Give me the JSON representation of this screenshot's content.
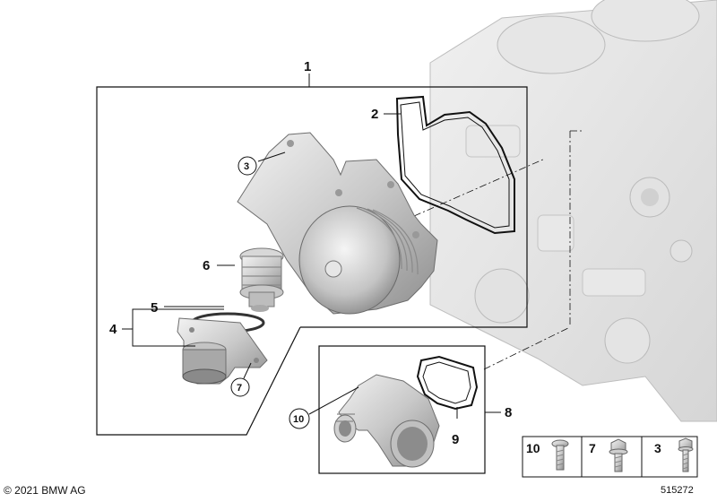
{
  "callouts": {
    "c1": "1",
    "c2": "2",
    "c3": "3",
    "c4": "4",
    "c5": "5",
    "c6": "6",
    "c7": "7",
    "c8": "8",
    "c9": "9",
    "c10": "10"
  },
  "legend": {
    "items": [
      {
        "number": "10",
        "icon": "screw-icon"
      },
      {
        "number": "7",
        "icon": "flange-bolt-icon"
      },
      {
        "number": "3",
        "icon": "bolt-icon"
      }
    ]
  },
  "footer": {
    "copyright": "© 2021 BMW AG",
    "diagram_id": "515272"
  }
}
